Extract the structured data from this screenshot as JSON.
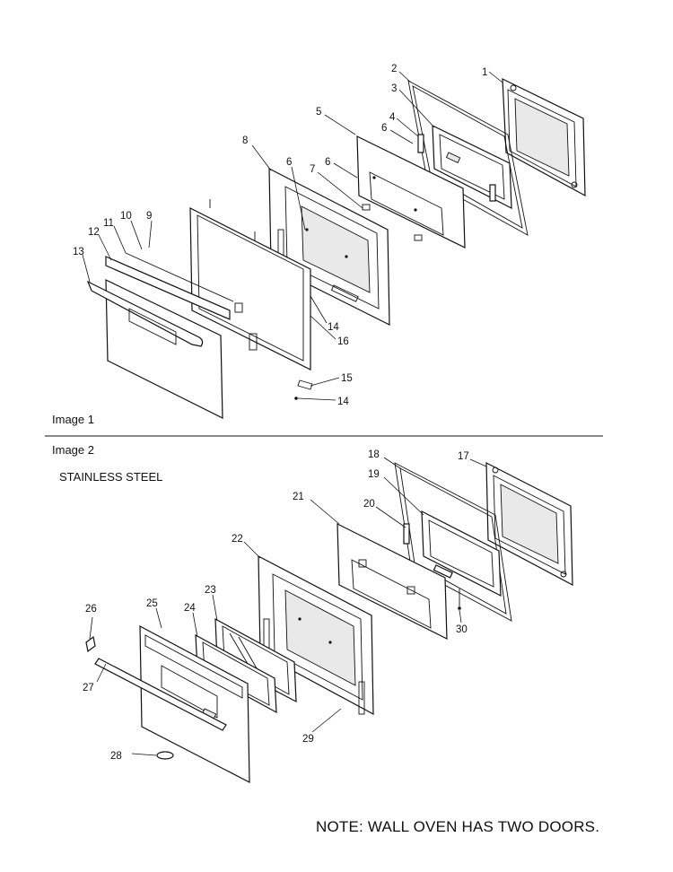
{
  "section_1": {
    "label": "Image 1",
    "callouts": [
      "1",
      "2",
      "3",
      "4",
      "5",
      "6",
      "6",
      "6",
      "7",
      "8",
      "9",
      "10",
      "11",
      "12",
      "13",
      "14",
      "14",
      "15",
      "16"
    ]
  },
  "section_2": {
    "label": "Image 2",
    "finish_label": "STAINLESS STEEL",
    "callouts": [
      "17",
      "18",
      "19",
      "20",
      "21",
      "22",
      "23",
      "24",
      "25",
      "26",
      "27",
      "28",
      "29",
      "30"
    ]
  },
  "note": "NOTE: WALL OVEN HAS TWO DOORS."
}
